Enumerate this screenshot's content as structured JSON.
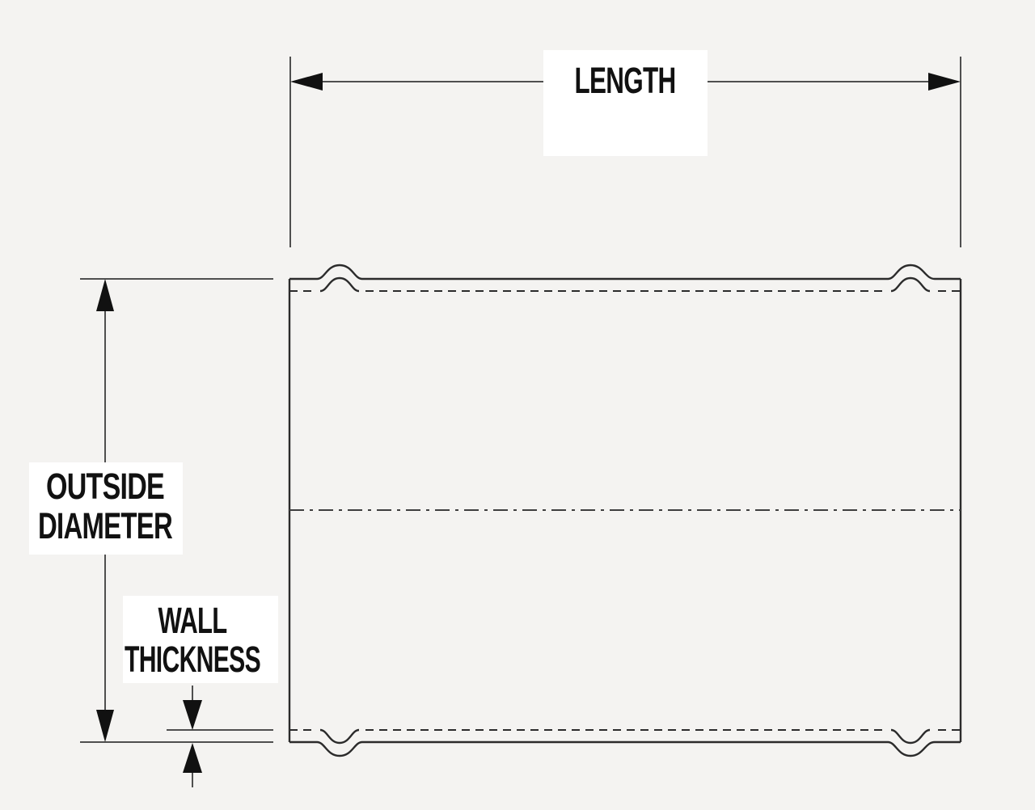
{
  "colors": {
    "background": "#f4f3f1",
    "label_background": "#ffffff",
    "drawing_line": "#2b2b2b",
    "dimension_line": "#4f4f4f",
    "text": "#111111"
  },
  "labels": {
    "length": "LENGTH",
    "outside_diameter": [
      "OUTSIDE",
      "DIAMETER"
    ],
    "wall_thickness": [
      "WALL",
      "THICKNESS"
    ]
  },
  "diagram": {
    "type": "technical-drawing",
    "annotated_dimensions": [
      "LENGTH",
      "OUTSIDE DIAMETER",
      "WALL THICKNESS"
    ]
  }
}
